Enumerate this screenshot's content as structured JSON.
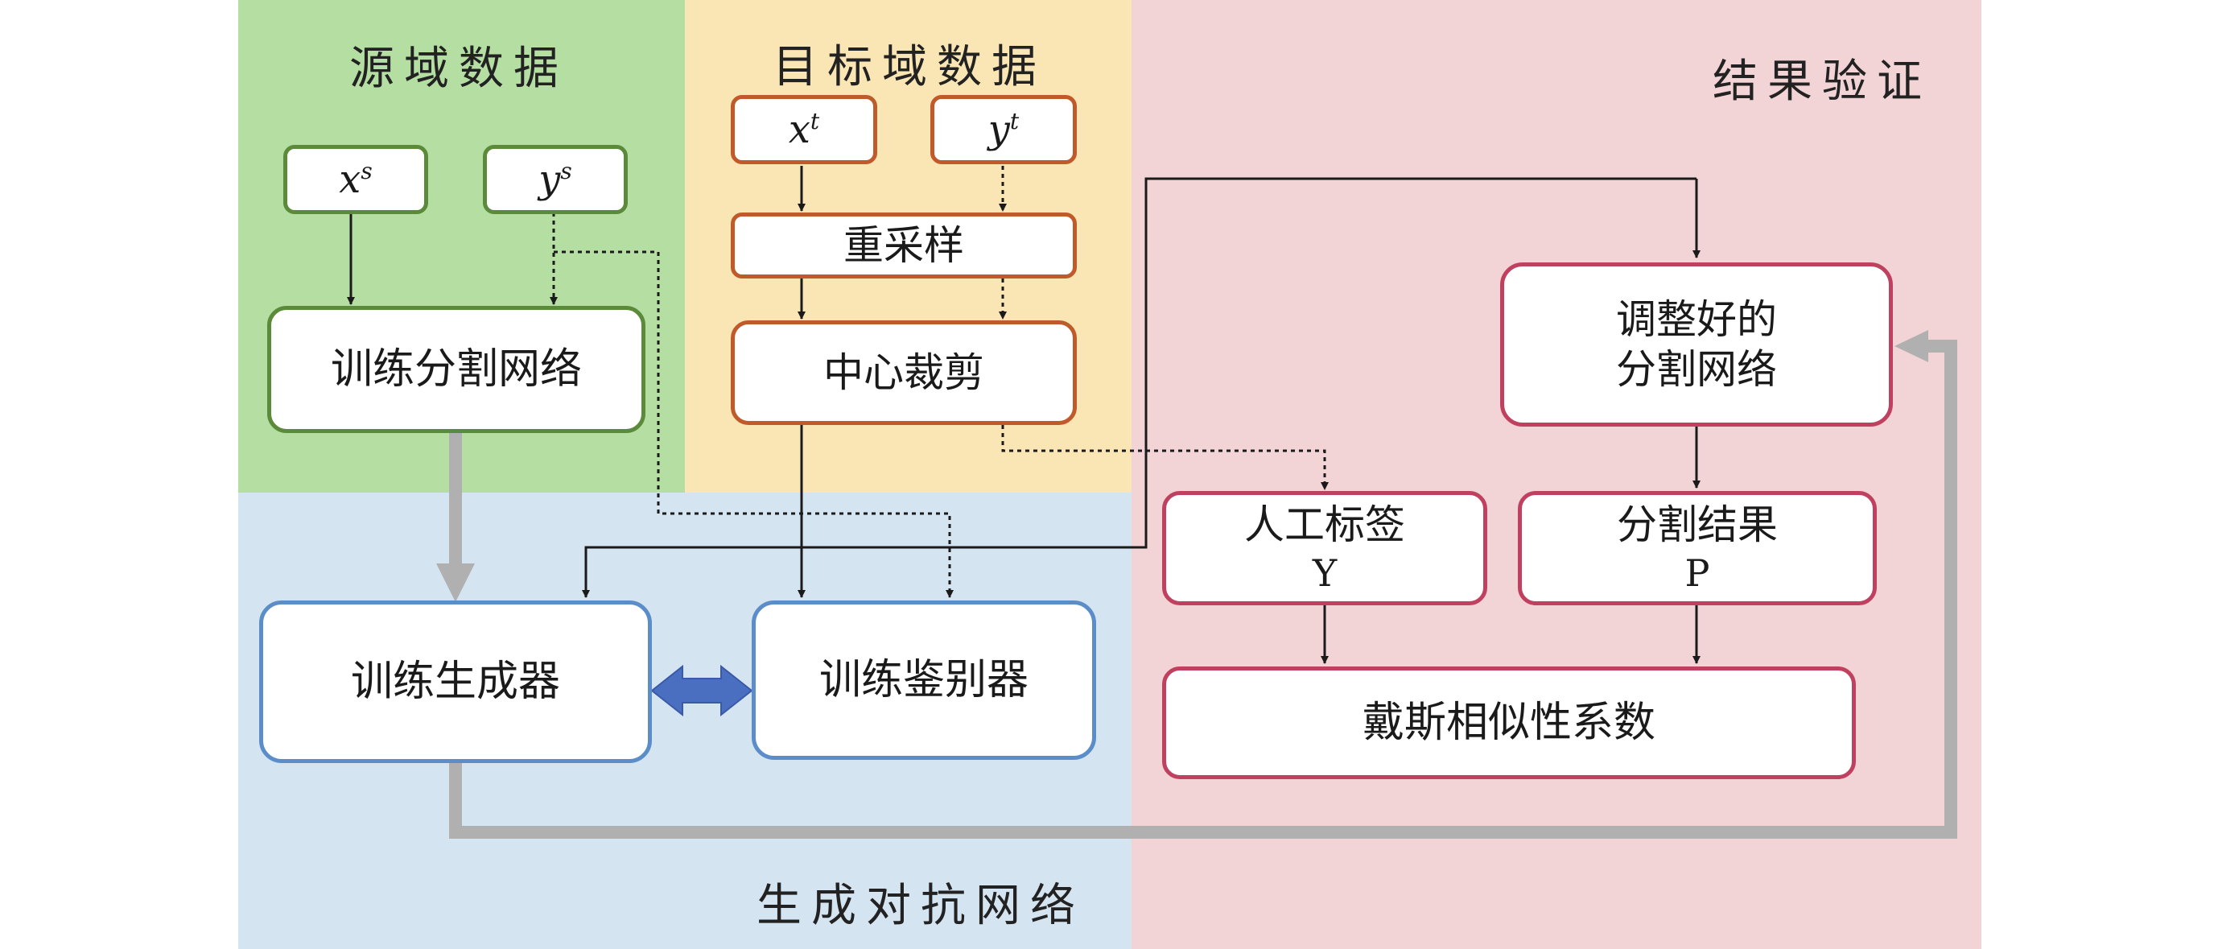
{
  "colors": {
    "source_bg": "#b5dea3",
    "target_bg": "#f9e6b4",
    "verify_bg": "#f2d4d6",
    "gan_bg": "#d5e4f1",
    "green_border": "#5a8a3a",
    "orange_border": "#c05a2a",
    "blue_border": "#5b8ec9",
    "red_border": "#c0405f",
    "gray_arrow": "#b0b0b0",
    "double_arrow": "#4a6fc1"
  },
  "regions": {
    "source": {
      "title": "源域数据"
    },
    "target": {
      "title": "目标域数据"
    },
    "verify": {
      "title": "结果验证"
    },
    "gan": {
      "title": "生成对抗网络"
    }
  },
  "nodes": {
    "xs": {
      "symbol": "x",
      "sup": "s"
    },
    "ys": {
      "symbol": "y",
      "sup": "s"
    },
    "train_seg": {
      "label": "训练分割网络"
    },
    "xt": {
      "symbol": "x",
      "sup": "t"
    },
    "yt": {
      "symbol": "y",
      "sup": "t"
    },
    "resample": {
      "label": "重采样"
    },
    "crop": {
      "label": "中心裁剪"
    },
    "tuned_seg": {
      "line1": "调整好的",
      "line2": "分割网络"
    },
    "manual_label": {
      "line1": "人工标签",
      "line2": "Y"
    },
    "seg_result": {
      "line1": "分割结果",
      "line2": "P"
    },
    "dice": {
      "label": "戴斯相似性系数"
    },
    "train_gen": {
      "label": "训练生成器"
    },
    "train_disc": {
      "label": "训练鉴别器"
    }
  }
}
